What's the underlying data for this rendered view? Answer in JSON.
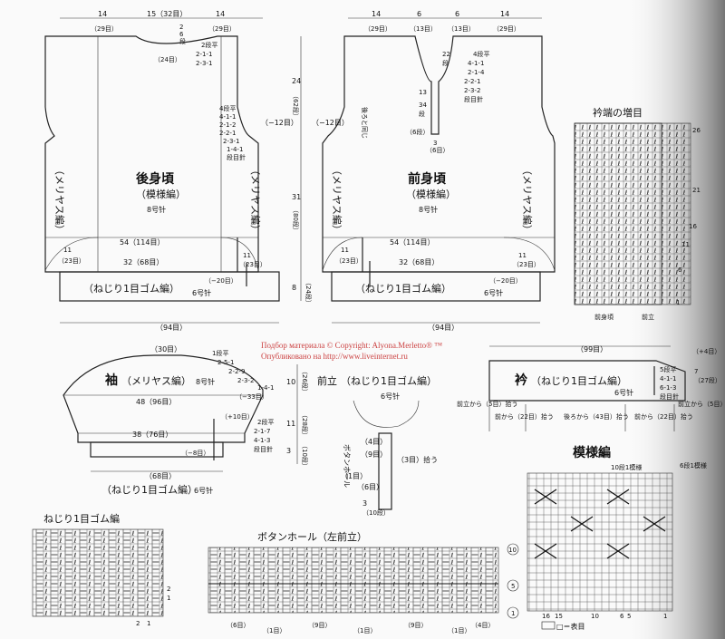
{
  "watermark": {
    "line1": "Подбор материала © Copyright:  Alyona.Merletto® ™",
    "line2": "Опубликовано на http://www.liveinternet.ru"
  },
  "back": {
    "title": "後身頃",
    "pattern": "（模様編）",
    "needle": "8号针",
    "side_label": "（メリヤス編）",
    "width54": "54（114目）",
    "width32": "32（68目）",
    "dec20": "（−20目）",
    "side11": "11",
    "side23": "（23目）",
    "dec12": "（−12目）",
    "rib": "（ねじり1目ゴム編）",
    "rib_needle": "6号针",
    "total": "（94目）",
    "top14": "14",
    "top29": "（29目）",
    "top15": "15（32目）",
    "neck24": "（24目）",
    "neck_rows": [
      "2",
      "6",
      "段"
    ],
    "neck_dec": [
      "2段平",
      "2-1-1",
      "2-3-1"
    ],
    "arm_dec": [
      "4段平",
      "4-1-1",
      "2-1-2",
      "2-2-1",
      "2-3-1",
      "1-4-1",
      "段目針"
    ]
  },
  "front": {
    "title": "前身頃",
    "pattern": "（模様編）",
    "needle": "8号针",
    "side_label": "（メリヤス編）",
    "width54": "54（114目）",
    "width32": "32（68目）",
    "dec20": "（−20目）",
    "side11": "11",
    "side23": "（23目）",
    "dec12": "（−12目）",
    "rib": "（ねじり1目ゴム編）",
    "rib_needle": "6号针",
    "total": "（94目）",
    "top14": "14",
    "top29": "（29目）",
    "top6": "6",
    "top13": "（13目）",
    "neck_v": [
      "22",
      "段"
    ],
    "neck_dec": [
      "4段平",
      "4-1-1",
      "2-1-4",
      "2-2-1",
      "2-3-2",
      "段目針"
    ],
    "v13": "13",
    "v34": "34",
    "v34b": "段",
    "v6": "（6段）",
    "v6b": "3",
    "v6c": "（6目）",
    "same_as_back": "後ろと同じ"
  },
  "vert": {
    "v24": "24",
    "v62": "（62段）",
    "v31": "31",
    "v80": "（80段）",
    "v8": "8",
    "v24b": "（24段）"
  },
  "sleeve": {
    "title": "袖",
    "pattern": "（メリヤス編）",
    "needle": "8号针",
    "top": "（30目）",
    "w48": "48（96目）",
    "dec33": "（−33目）",
    "inc10": "（+10目）",
    "w38": "38（76目）",
    "dec8": "（−8目）",
    "bottom": "（68目）",
    "rib": "（ねじり1目ゴム編）",
    "rib_needle": "6号针",
    "cap_dec": [
      "1段平",
      "2-5-1",
      "2-2-9",
      "2-3-2",
      "1-4-1"
    ],
    "side_inc": [
      "2段平",
      "2-1-7",
      "4-1-3",
      "段目針"
    ],
    "r10": "10",
    "r26": "（26段）",
    "r11": "11",
    "r28": "（28段）",
    "r3": "3",
    "r10b": "（10段）"
  },
  "placket": {
    "title": "前立",
    "pattern": "（ねじり1目ゴム編）",
    "needle": "6号针",
    "holes": "ボタンホール",
    "s4": "（4目）",
    "s9": "（9目）",
    "s6": "（6目）",
    "s1": "（1目）",
    "pick": "（3目）拾う",
    "r3": "3",
    "r10": "（10段）"
  },
  "collar": {
    "title": "衿",
    "pattern": "（ねじり1目ゴム編）",
    "needle": "6号针",
    "total": "（99目）",
    "inc4": "（+4目）",
    "inc": [
      "5段平",
      "4-1-1",
      "6-1-3",
      "段目針"
    ],
    "r7": "7",
    "r27": "（27段）",
    "picks": [
      "前立から（5目）拾う",
      "前から（22目）拾う",
      "後ろから（43目）拾う",
      "前から（22目）拾う",
      "前立から（5目）拾う"
    ]
  },
  "collar_chart": {
    "title": "衿端の増目",
    "labels": [
      "1",
      "6",
      "11",
      "16",
      "21",
      "26"
    ],
    "front_label": "前身頃",
    "placket_label": "前立"
  },
  "rib_chart": {
    "title": "ねじり1目ゴム編",
    "right_labels": [
      "2",
      "1"
    ],
    "bottom_labels": [
      "2",
      "1"
    ]
  },
  "button_chart": {
    "title": "ボタンホール（左前立）",
    "markers": [
      "10",
      "5",
      "1"
    ],
    "bottom": [
      "（6目）",
      "（1目）",
      "（9目）",
      "（1目）",
      "（9目）",
      "（1目）",
      "（4目）"
    ]
  },
  "pattern_chart": {
    "title": "模様編",
    "repeat": "10段1模様",
    "repeat6": "6段1模様",
    "legend": "□＝表目",
    "cols": [
      "16",
      "15",
      "10",
      "6",
      "5",
      "1"
    ]
  }
}
